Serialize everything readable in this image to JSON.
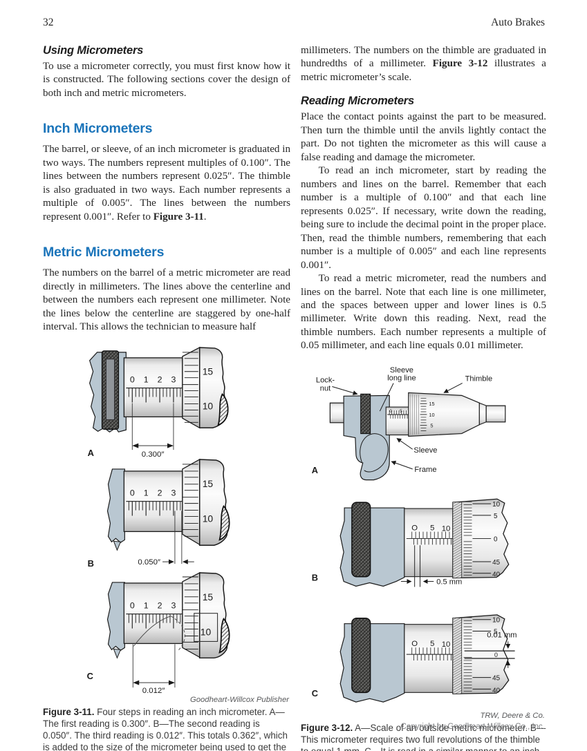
{
  "page": {
    "number": "32",
    "running_head": "Auto Brakes",
    "copyright_line": "Copyright by Goodheart-Willcox Co., Inc."
  },
  "colors": {
    "heading_blue": "#1a74ba",
    "frame_blue": "#b9c7d1",
    "caption_ink": "#3a3a3a",
    "credit_gray": "#58595b",
    "copyright_gray": "#808285"
  },
  "left": {
    "using": {
      "heading": "Using Micrometers",
      "body": "To use a micrometer correctly, you must first know how it is constructed. The following sections cover the design of both inch and metric micrometers."
    },
    "inch": {
      "heading": "Inch Micrometers",
      "body_1": "The barrel, or sleeve, of an inch micrometer is graduated in two ways. The numbers represent multiples of 0.100″. The lines between the numbers represent 0.025″. The thimble is also graduated in two ways. Each number represents a multiple of 0.005″. The lines between the numbers represent 0.001″. Refer to ",
      "body_ref": "Figure 3-11",
      "body_2": "."
    },
    "metric": {
      "heading": "Metric Micrometers",
      "body": "The numbers on the barrel of a metric micrometer are read directly in millimeters. The lines above the centerline and between the numbers each represent one millimeter. Note the lines below the centerline are staggered by one-half interval. This allows the technician to measure half"
    }
  },
  "right": {
    "cont": {
      "body_1": "millimeters. The numbers on the thimble are graduated in hundredths of a millimeter. ",
      "body_ref": "Figure 3-12",
      "body_2": " illustrates a metric micrometer’s scale."
    },
    "reading": {
      "heading": "Reading Micrometers",
      "p1": "Place the contact points against the part to be measured. Then turn the thimble until the anvils lightly contact the part. Do not tighten the micrometer as this will cause a false reading and damage the micrometer.",
      "p2": "To read an inch micrometer, start by reading the numbers and lines on the barrel. Remember that each number is a multiple of 0.100″ and that each line represents 0.025″. If necessary, write down the reading, being sure to include the decimal point in the proper place. Then, read the thimble numbers, remembering that each number is a multiple of 0.005″ and each line represents 0.001″.",
      "p3": "To read a metric micrometer, read the numbers and lines on the barrel. Note that each line is one millimeter, and the spaces between upper and lower lines is 0.5 millimeter. Write down this reading. Next, read the thimble numbers. Each number represents a multiple of 0.05 millimeter, and each line equals 0.01 millimeter."
    }
  },
  "fig11": {
    "label": "Figure 3-11.",
    "caption": " Four steps in reading an inch micrometer. A—The first reading is 0.300″. B—The second reading is 0.050″. The third reading is 0.012″. This totals 0.362″, which is added to the size of the micrometer being used to get the final reading.",
    "credit": "Goodheart-Willcox Publisher",
    "sleeve_numbers": [
      "0",
      "1",
      "2",
      "3"
    ],
    "thimble_hi": "15",
    "thimble_lo": "10",
    "panel_a": {
      "tag": "A",
      "dim": "0.300″"
    },
    "panel_b": {
      "tag": "B",
      "dim": "0.050″"
    },
    "panel_c": {
      "tag": "C",
      "dim": "0.012″"
    }
  },
  "fig12": {
    "label": "Figure 3-12.",
    "caption": " A—Scale of an outside metric micrometer. B—This micrometer requires two full revolutions of the thimble to equal 1 mm. C—It is read in a similar manner to an inch micrometer.",
    "credit": "TRW, Deere & Co.",
    "panel_a": {
      "tag": "A",
      "callout_lock_1": "Lock-",
      "callout_lock_2": "nut",
      "callout_sll_1": "Sleeve",
      "callout_sll_2": "long line",
      "callout_thimble": "Thimble",
      "callout_sleeve": "Sleeve",
      "callout_frame": "Frame",
      "sleeve_numbers": [
        "0",
        "5"
      ],
      "thimble_numbers": [
        "15",
        "10",
        "5"
      ]
    },
    "panel_b": {
      "tag": "B",
      "dim": "0.5 mm",
      "sleeve_numbers": [
        "O",
        "5",
        "10"
      ],
      "thimble_numbers": [
        "10",
        "5",
        "0",
        "45",
        "40"
      ]
    },
    "panel_c": {
      "tag": "C",
      "dim": "0.01 mm",
      "sleeve_numbers": [
        "O",
        "5",
        "10"
      ],
      "thimble_numbers": [
        "10",
        "5",
        "0",
        "45",
        "40"
      ]
    }
  }
}
